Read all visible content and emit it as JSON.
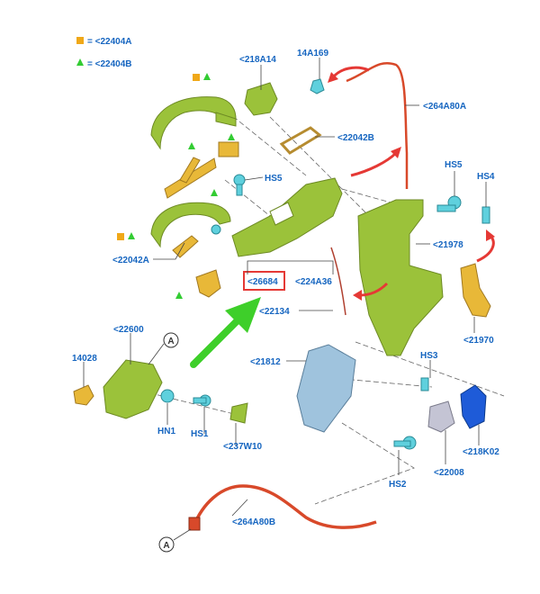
{
  "colors": {
    "label": "#1565c0",
    "square_marker": "#f0a818",
    "triangle_marker": "#33cc33",
    "arrow_red": "#e53935",
    "arrow_green": "#3ecf2a",
    "highlight_box": "#e53935",
    "part_green": "#9bc23a",
    "part_yellow": "#e8b838",
    "part_cyan": "#5fd0dd",
    "part_blue_grey": "#9fc3dd",
    "part_orange": "#d8492a",
    "part_blue": "#1e5bd8",
    "part_grey": "#c4c4d4"
  },
  "legend": {
    "square_text": "= <22404A",
    "triangle_text": "= <22404B"
  },
  "labels": {
    "l_218A14": "<218A14",
    "l_14A169": "14A169",
    "l_264A80A": "<264A80A",
    "l_22042B": "<22042B",
    "l_HS5_left": "HS5",
    "l_HS5_right": "HS5",
    "l_HS4": "HS4",
    "l_21978": "<21978",
    "l_22042A": "<22042A",
    "l_26684": "<26684",
    "l_224A36": "<224A36",
    "l_22134": "<22134",
    "l_21970": "<21970",
    "l_22600": "<22600",
    "l_14028": "14028",
    "l_21812": "<21812",
    "l_HS3": "HS3",
    "l_HN1": "HN1",
    "l_HS1": "HS1",
    "l_237W10": "<237W10",
    "l_218K02": "<218K02",
    "l_22008": "<22008",
    "l_HS2": "HS2",
    "l_264A80B": "<264A80B"
  },
  "callouts": {
    "a_upper": "A",
    "a_lower": "A"
  },
  "icons": {
    "square": "square-marker-icon",
    "triangle": "triangle-marker-icon",
    "arrow": "arrow-icon"
  }
}
